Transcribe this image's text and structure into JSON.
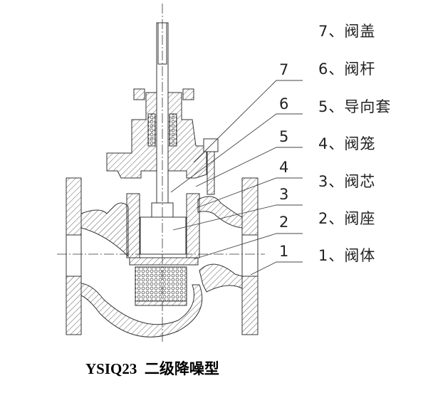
{
  "title": "YSIQ23  二级降噪型",
  "parts": [
    {
      "num": "7",
      "label": "7、阀盖"
    },
    {
      "num": "6",
      "label": "6、阀杆"
    },
    {
      "num": "5",
      "label": "5、导向套"
    },
    {
      "num": "4",
      "label": "4、阀笼"
    },
    {
      "num": "3",
      "label": "3、阀芯"
    },
    {
      "num": "2",
      "label": "2、阀座"
    },
    {
      "num": "1",
      "label": "1、阀体"
    }
  ]
}
